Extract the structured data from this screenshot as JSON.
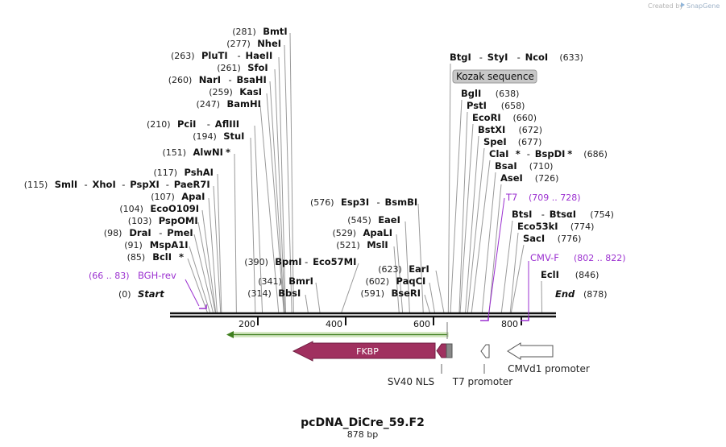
{
  "credit": {
    "prefix": "Created by",
    "brand": "SnapGene"
  },
  "map": {
    "title": "pcDNA_DiCre_59.F2",
    "subtitle": "878 bp",
    "length": 878,
    "scale_ticks": [
      {
        "value": 200,
        "label": "200"
      },
      {
        "value": 400,
        "label": "400"
      },
      {
        "value": 600,
        "label": "600"
      },
      {
        "value": 800,
        "label": "800"
      }
    ],
    "ends": {
      "start": {
        "pos": "(0)",
        "label": "Start"
      },
      "end": {
        "label": "End",
        "pos": "(878)"
      }
    },
    "enzymes_left": [
      {
        "pos_text": "(281)",
        "names": [
          "BmtI"
        ],
        "star": [
          false
        ],
        "site": 281
      },
      {
        "pos_text": "(277)",
        "names": [
          "NheI"
        ],
        "star": [
          false
        ],
        "site": 277
      },
      {
        "pos_text": "(263)",
        "names": [
          "PluTI",
          "HaeII"
        ],
        "star": [
          false,
          false
        ],
        "site": 263
      },
      {
        "pos_text": "(261)",
        "names": [
          "SfoI"
        ],
        "star": [
          false
        ],
        "site": 261
      },
      {
        "pos_text": "(260)",
        "names": [
          "NarI",
          "BsaHI"
        ],
        "star": [
          false,
          false
        ],
        "site": 260
      },
      {
        "pos_text": "(259)",
        "names": [
          "KasI"
        ],
        "star": [
          false
        ],
        "site": 259
      },
      {
        "pos_text": "(247)",
        "names": [
          "BamHI"
        ],
        "star": [
          false
        ],
        "site": 247
      },
      {
        "pos_text": "(210)",
        "names": [
          "PciI",
          "AflIII"
        ],
        "star": [
          false,
          false
        ],
        "site": 210
      },
      {
        "pos_text": "(194)",
        "names": [
          "StuI"
        ],
        "star": [
          false
        ],
        "site": 194
      },
      {
        "pos_text": "(151)",
        "names": [
          "AlwNI"
        ],
        "star": [
          true
        ],
        "site": 151
      },
      {
        "pos_text": "(117)",
        "names": [
          "PshAI"
        ],
        "star": [
          false
        ],
        "site": 117
      },
      {
        "pos_text": "(115)",
        "names": [
          "SmlI",
          "XhoI",
          "PspXI",
          "PaeR7I"
        ],
        "star": [
          false,
          false,
          false,
          false
        ],
        "site": 115
      },
      {
        "pos_text": "(107)",
        "names": [
          "ApaI"
        ],
        "star": [
          false
        ],
        "site": 107
      },
      {
        "pos_text": "(104)",
        "names": [
          "EcoO109I"
        ],
        "star": [
          false
        ],
        "site": 104
      },
      {
        "pos_text": "(103)",
        "names": [
          "PspOMI"
        ],
        "star": [
          false
        ],
        "site": 103
      },
      {
        "pos_text": "(98)",
        "names": [
          "DraI",
          "PmeI"
        ],
        "star": [
          false,
          false
        ],
        "site": 98
      },
      {
        "pos_text": "(91)",
        "names": [
          "MspA1I"
        ],
        "star": [
          false
        ],
        "site": 91
      },
      {
        "pos_text": "(85)",
        "names": [
          "BclI"
        ],
        "star": [
          true
        ],
        "site": 85
      },
      {
        "pos_text": "(390)",
        "names": [
          "BpmI",
          "Eco57MI"
        ],
        "star": [
          false,
          false
        ],
        "site": 390
      },
      {
        "pos_text": "(341)",
        "names": [
          "BmrI"
        ],
        "star": [
          false
        ],
        "site": 341
      },
      {
        "pos_text": "(314)",
        "names": [
          "BbsI"
        ],
        "star": [
          false
        ],
        "site": 314
      }
    ],
    "enzymes_mid": [
      {
        "pos_text": "(576)",
        "names": [
          "Esp3I",
          "BsmBI"
        ],
        "star": [
          false,
          false
        ],
        "site": 576
      },
      {
        "pos_text": "(545)",
        "names": [
          "EaeI"
        ],
        "star": [
          false
        ],
        "site": 545
      },
      {
        "pos_text": "(529)",
        "names": [
          "ApaLI"
        ],
        "star": [
          false
        ],
        "site": 529
      },
      {
        "pos_text": "(521)",
        "names": [
          "MslI"
        ],
        "star": [
          false
        ],
        "site": 521
      },
      {
        "pos_text": "(623)",
        "names": [
          "EarI"
        ],
        "star": [
          false
        ],
        "site": 623
      },
      {
        "pos_text": "(602)",
        "names": [
          "PaqCI"
        ],
        "star": [
          false
        ],
        "site": 602
      },
      {
        "pos_text": "(591)",
        "names": [
          "BseRI"
        ],
        "star": [
          false
        ],
        "site": 591
      }
    ],
    "enzymes_right": [
      {
        "names": [
          "BtgI",
          "StyI",
          "NcoI"
        ],
        "star": [
          false,
          false,
          false
        ],
        "pos_text": "(633)",
        "site": 633
      },
      {
        "names": [
          "BglI"
        ],
        "star": [
          false
        ],
        "pos_text": "(638)",
        "site": 638
      },
      {
        "names": [
          "PstI"
        ],
        "star": [
          false
        ],
        "pos_text": "(658)",
        "site": 658
      },
      {
        "names": [
          "EcoRI"
        ],
        "star": [
          false
        ],
        "pos_text": "(660)",
        "site": 660
      },
      {
        "names": [
          "BstXI"
        ],
        "star": [
          false
        ],
        "pos_text": "(672)",
        "site": 672
      },
      {
        "names": [
          "SpeI"
        ],
        "star": [
          false
        ],
        "pos_text": "(677)",
        "site": 677
      },
      {
        "names": [
          "ClaI",
          "BspDI"
        ],
        "star": [
          true,
          true
        ],
        "pos_text": "(686)",
        "site": 686
      },
      {
        "names": [
          "BsaI"
        ],
        "star": [
          false
        ],
        "pos_text": "(710)",
        "site": 710
      },
      {
        "names": [
          "AseI"
        ],
        "star": [
          false
        ],
        "pos_text": "(726)",
        "site": 726
      },
      {
        "names": [
          "BtsI",
          "BtsαI"
        ],
        "star": [
          false,
          false
        ],
        "pos_text": "(754)",
        "site": 754
      },
      {
        "names": [
          "Eco53kI"
        ],
        "star": [
          false
        ],
        "pos_text": "(774)",
        "site": 774
      },
      {
        "names": [
          "SacI"
        ],
        "star": [
          false
        ],
        "pos_text": "(776)",
        "site": 776
      },
      {
        "names": [
          "EclI"
        ],
        "star": [
          false
        ],
        "pos_text": "(846)",
        "site": 846
      }
    ],
    "primers": [
      {
        "name": "BGH-rev",
        "range": "(66 .. 83)",
        "start": 66,
        "end": 83
      },
      {
        "name": "T7",
        "range": "(709 .. 728)",
        "start": 709,
        "end": 728
      },
      {
        "name": "CMV-F",
        "range": "(802 .. 822)",
        "start": 802,
        "end": 822
      }
    ],
    "kozak": {
      "label": "Kozak sequence"
    },
    "features": {
      "fkbp": {
        "label": "FKBP"
      },
      "sv40": {
        "label": "SV40 NLS"
      },
      "t7promoter": {
        "label": "T7 promoter"
      },
      "cmv": {
        "label": "CMVd1 promoter"
      }
    },
    "colors": {
      "fkbp": "#a0305f",
      "orf": "#5aa02c",
      "primer": "#9b30d0",
      "line": "#9a9a9a",
      "kozak_bg": "#c8c8c8"
    }
  }
}
